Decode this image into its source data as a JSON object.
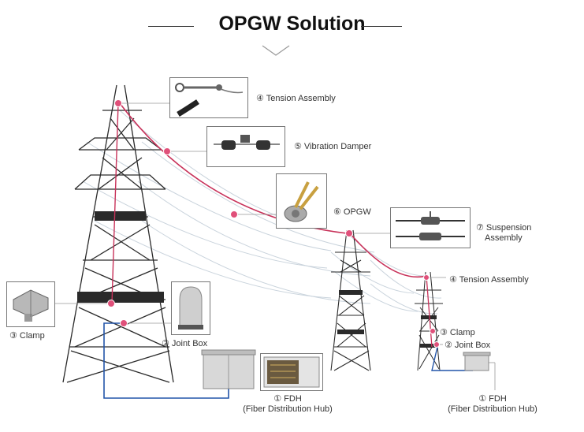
{
  "title": "OPGW Solution",
  "labels": {
    "tension_assembly_top": "④ Tension Assembly",
    "vibration_damper": "⑤ Vibration Damper",
    "opgw": "⑥ OPGW",
    "suspension_assembly_line1": "⑦ Suspension",
    "suspension_assembly_line2": "Assembly",
    "tension_assembly_right": "④ Tension Assembly",
    "clamp_left": "③ Clamp",
    "joint_box_left": "② Joint Box",
    "fdh_left_line1": "① FDH",
    "fdh_left_line2": "(Fiber Distribution Hub)",
    "clamp_right": "③ Clamp",
    "joint_box_right": "② Joint Box",
    "fdh_right_line1": "① FDH",
    "fdh_right_line2": "(Fiber Distribution Hub)"
  },
  "colors": {
    "cable": "#c8325a",
    "marker": "#e0507a",
    "fiber": "#2255aa",
    "tower": "#2a2a2a",
    "wires": "#c9d3dc"
  },
  "icons": [
    "tension-assembly-icon",
    "vibration-damper-icon",
    "opgw-cable-icon",
    "suspension-assembly-icon",
    "clamp-icon",
    "joint-box-icon",
    "fdh-cabinet-icon"
  ]
}
